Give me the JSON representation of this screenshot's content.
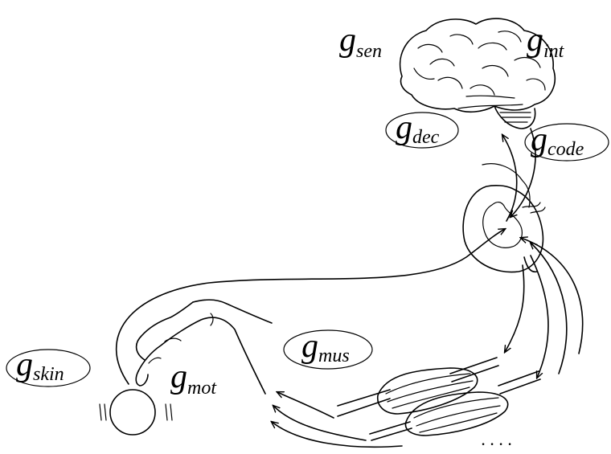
{
  "labels": {
    "sen": {
      "g": "g",
      "sub": "sen"
    },
    "int": {
      "g": "g",
      "sub": "int"
    },
    "dec": {
      "g": "g",
      "sub": "dec"
    },
    "code": {
      "g": "g",
      "sub": "code"
    },
    "mus": {
      "g": "g",
      "sub": "mus"
    },
    "skin": {
      "g": "g",
      "sub": "skin"
    },
    "mot": {
      "g": "g",
      "sub": "mot"
    }
  },
  "ellipsis": "· · · ·"
}
